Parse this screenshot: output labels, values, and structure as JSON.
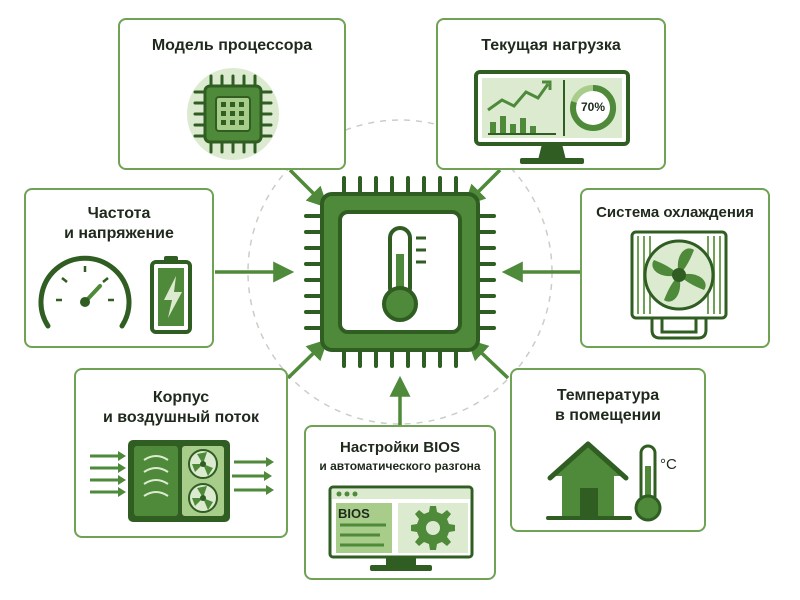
{
  "colors": {
    "primary_green": "#4e8a3a",
    "dark_green": "#2f5d22",
    "light_green": "#a8cc8a",
    "pale_green": "#dcebd0",
    "border_green": "#6fa254",
    "text": "#1f2a1c"
  },
  "center": {
    "icon": "cpu-thermometer-icon"
  },
  "cards": {
    "cpu_model": {
      "title": "Модель процессора",
      "icon": "cpu-chip-icon"
    },
    "current_load": {
      "title": "Текущая нагрузка",
      "gauge_value": "70%",
      "icon": "monitor-chart-icon"
    },
    "frequency_voltage": {
      "title_line1": "Частота",
      "title_line2": "и напряжение",
      "icon": "speedometer-battery-icon"
    },
    "cooling": {
      "title": "Система охлаждения",
      "icon": "cooler-fan-icon"
    },
    "case_airflow": {
      "title_line1": "Корпус",
      "title_line2": "и воздушный поток",
      "icon": "case-fans-icon"
    },
    "bios": {
      "title_line1": "Настройки BIOS",
      "title_line2": "и автоматического разгона",
      "screen_label": "BIOS",
      "icon": "bios-gear-icon"
    },
    "room_temp": {
      "title_line1": "Температура",
      "title_line2": "в помещении",
      "unit": "°C",
      "icon": "house-thermometer-icon"
    }
  }
}
